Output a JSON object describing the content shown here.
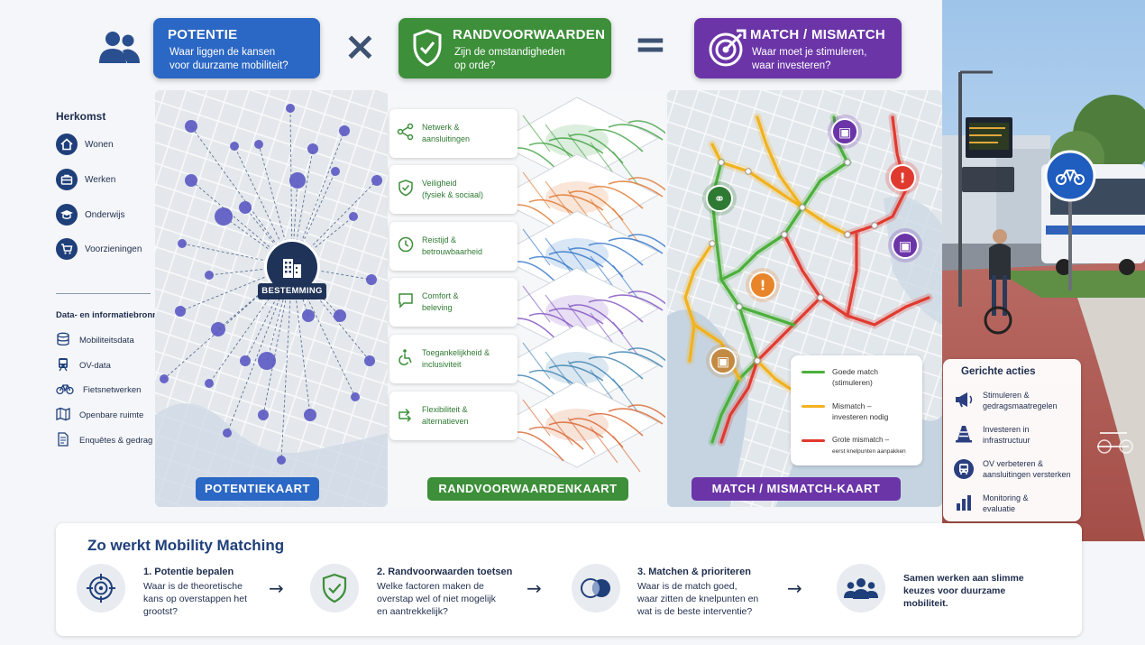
{
  "header": {
    "potentie": {
      "title": "POTENTIE",
      "subtitle_1": "Waar liggen de kansen",
      "subtitle_2": "voor duurzame mobiliteit?",
      "color": "#2b67c4"
    },
    "times_symbol": "×",
    "randvoorwaarden": {
      "title": "RANDVOORWAARDEN",
      "subtitle_1": "Zijn de omstandigheden",
      "subtitle_2": "op orde?",
      "color": "#3d8f3a"
    },
    "equals_symbol": "=",
    "match": {
      "title": "MATCH / MISMATCH",
      "subtitle_1": "Waar moet je stimuleren,",
      "subtitle_2": "waar investeren?",
      "color": "#6b35a8"
    }
  },
  "sidebar": {
    "origin_title": "Herkomst",
    "origins": [
      {
        "label": "Wonen",
        "icon": "home-icon"
      },
      {
        "label": "Werken",
        "icon": "briefcase-icon"
      },
      {
        "label": "Onderwijs",
        "icon": "graduation-cap-icon"
      },
      {
        "label": "Voorzieningen",
        "icon": "shopping-cart-icon"
      }
    ],
    "sources_title": "Data- en informatiebronnen",
    "sources": [
      {
        "label": "Mobiliteitsdata",
        "icon": "database-icon"
      },
      {
        "label": "OV-data",
        "icon": "train-icon"
      },
      {
        "label": "Fietsnetwerken",
        "icon": "bicycle-icon"
      },
      {
        "label": "Openbare ruimte",
        "icon": "map-icon"
      },
      {
        "label": "Enquêtes & gedrag",
        "icon": "survey-icon"
      }
    ]
  },
  "potential_map": {
    "destination_label": "BESTEMMING",
    "footer_label": "POTENTIEKAART"
  },
  "conditions": {
    "layers": [
      {
        "line1": "Netwerk &",
        "line2": "aansluitingen",
        "icon": "network-icon",
        "map_color": "#3fa040"
      },
      {
        "line1": "Veiligheid",
        "line2": "(fysiek & sociaal)",
        "icon": "shield-icon",
        "map_color": "#e0742a"
      },
      {
        "line1": "Reistijd &",
        "line2": "betrouwbaarheid",
        "icon": "clock-icon",
        "map_color": "#2f73c9"
      },
      {
        "line1": "Comfort &",
        "line2": "beleving",
        "icon": "chat-icon",
        "map_color": "#8050c0"
      },
      {
        "line1": "Toegankelijkheid &",
        "line2": "inclusiviteit",
        "icon": "wheelchair-icon",
        "map_color": "#3a7fb0"
      },
      {
        "line1": "Flexibiliteit &",
        "line2": "alternatieven",
        "icon": "shuffle-icon",
        "map_color": "#d8632a"
      }
    ],
    "footer_label": "RANDVOORWAARDENKAART"
  },
  "match_map": {
    "footer_label": "MATCH / MISMATCH-KAART",
    "legend": [
      {
        "line1": "Goede match",
        "line2": "(stimuleren)",
        "color": "#4caf3a"
      },
      {
        "line1": "Mismatch –",
        "line2": "investeren nodig",
        "color": "#f2b21d"
      },
      {
        "line1": "Grote mismatch –",
        "line2": "eerst knelpunten aanpakken",
        "color": "#e03a2f"
      }
    ]
  },
  "actions": {
    "title": "Gerichte acties",
    "items": [
      {
        "line1": "Stimuleren &",
        "line2": "gedragsmaatregelen",
        "icon": "megaphone-icon"
      },
      {
        "line1": "Investeren in",
        "line2": "infrastructuur",
        "icon": "traffic-cone-icon"
      },
      {
        "line1": "OV verbeteren &",
        "line2": "aansluitingen versterken",
        "icon": "bus-icon"
      },
      {
        "line1": "Monitoring &",
        "line2": "evaluatie",
        "icon": "bar-chart-icon"
      }
    ]
  },
  "how_it_works": {
    "title": "Zo werkt Mobility Matching",
    "steps": [
      {
        "title": "1. Potentie bepalen",
        "d1": "Waar is de theoretische",
        "d2": "kans op overstappen het",
        "d3": "grootst?",
        "icon": "target-icon"
      },
      {
        "title": "2. Randvoorwaarden toetsen",
        "d1": "Welke factoren maken de",
        "d2": "overstap wel of niet mogelijk",
        "d3": "en aantrekkelijk?",
        "icon": "shield-check-icon"
      },
      {
        "title": "3. Matchen & prioriteren",
        "d1": "Waar is de match goed,",
        "d2": "waar zitten de knelpunten en",
        "d3": "wat is de beste interventie?",
        "icon": "overlap-circles-icon"
      }
    ],
    "closing_1": "Samen werken aan slimme",
    "closing_2": "keuzes voor duurzame",
    "closing_3": "mobiliteit.",
    "closing_icon": "people-group-icon"
  }
}
